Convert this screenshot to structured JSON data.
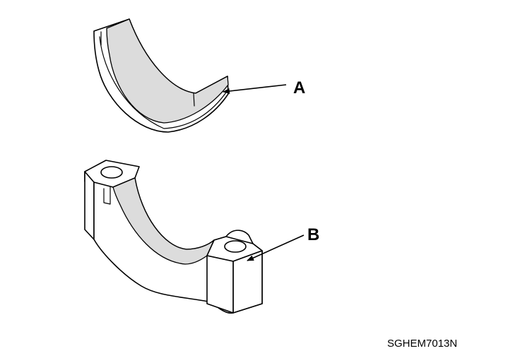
{
  "callouts": {
    "a": "A",
    "b": "B"
  },
  "figure_code": "SGHEM7013N",
  "parts": [
    {
      "callout": "A",
      "depiction": "bearing-shell"
    },
    {
      "callout": "B",
      "depiction": "bearing-cap"
    }
  ],
  "colors": {
    "line": "#000000",
    "fill": "#ffffff",
    "shade": "#dcdcdc"
  }
}
